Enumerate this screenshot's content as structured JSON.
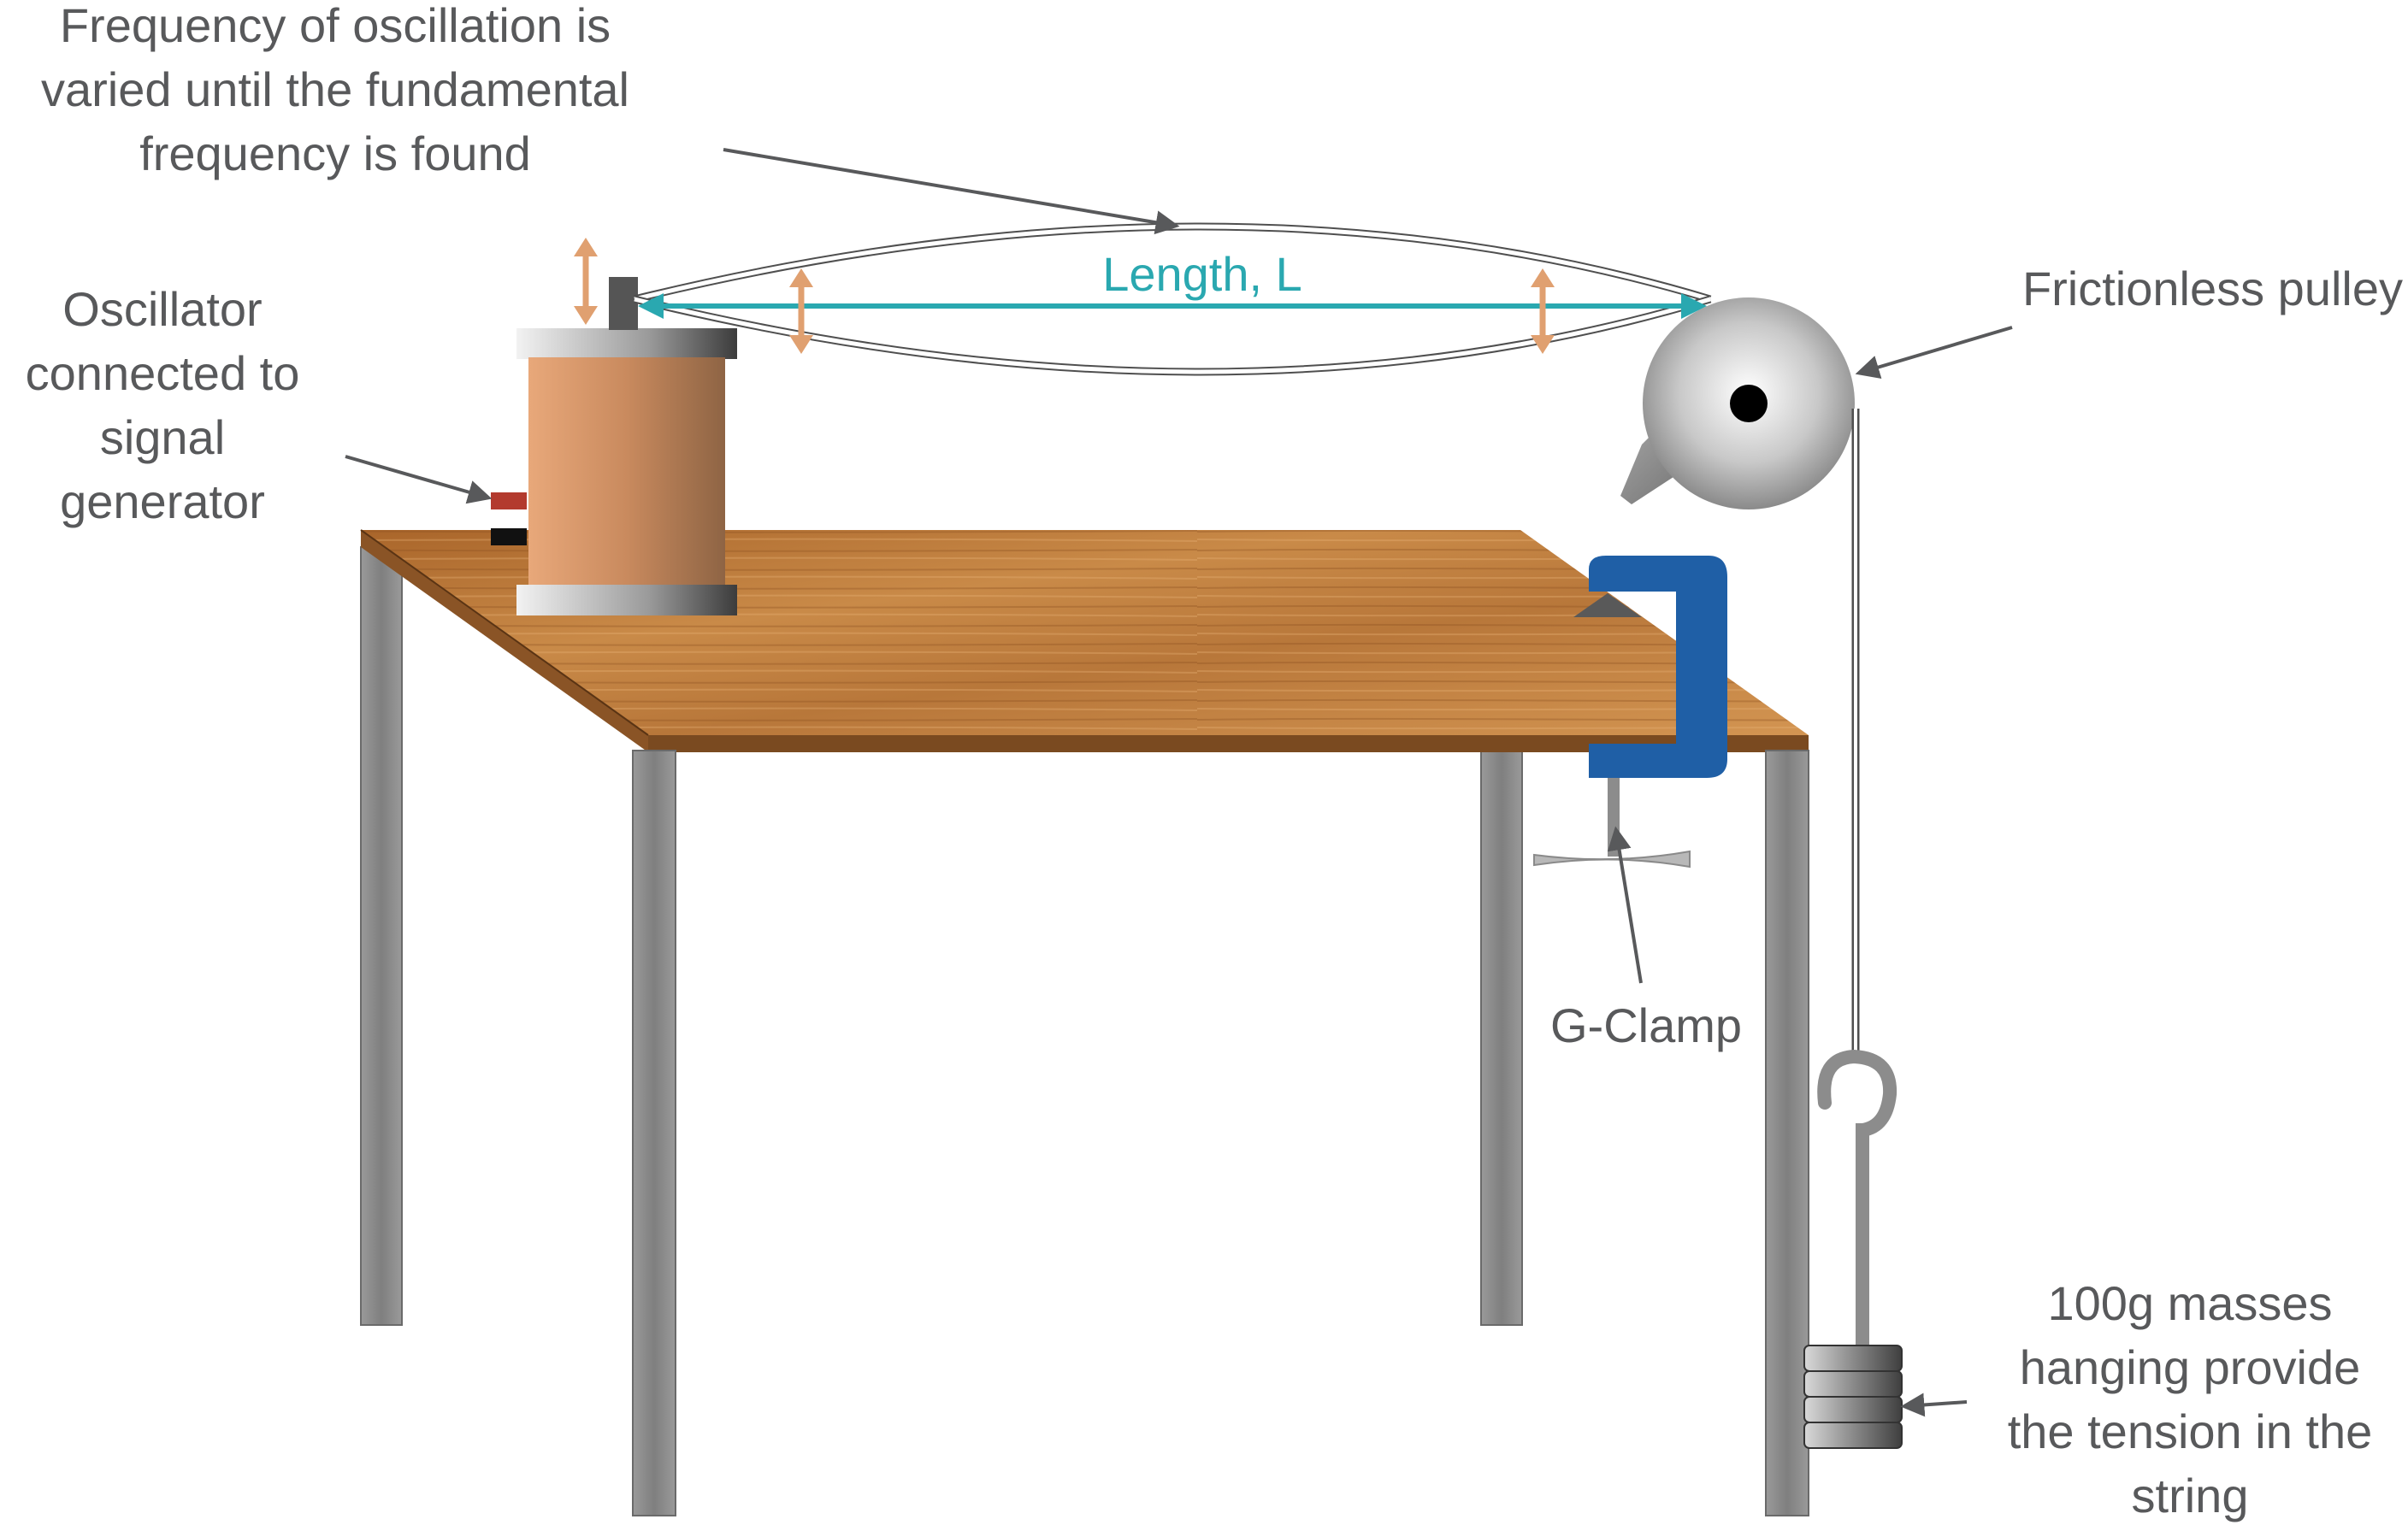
{
  "labels": {
    "frequency_note": {
      "lines": [
        "Frequency of oscillation is",
        "varied until the fundamental",
        "frequency is found"
      ]
    },
    "oscillator_note": {
      "lines": [
        "Oscillator",
        "connected to",
        "signal",
        "generator"
      ]
    },
    "length_label": "Length, L",
    "pulley_label": "Frictionless pulley",
    "clamp_label": "G-Clamp",
    "masses_note": {
      "lines": [
        "100g masses",
        "hanging provide",
        "the tension in the",
        "string"
      ]
    }
  },
  "colors": {
    "label_text": "#58595b",
    "length_arrow": "#2aa8b0",
    "vibration_arrows": "#e0a070",
    "table_wood": "#c07a3a",
    "table_legs": "#8c8c8c",
    "clamp": "#1f5fa6",
    "oscillator_body": "#d68a5a",
    "pulley": "#b0b0b0"
  }
}
